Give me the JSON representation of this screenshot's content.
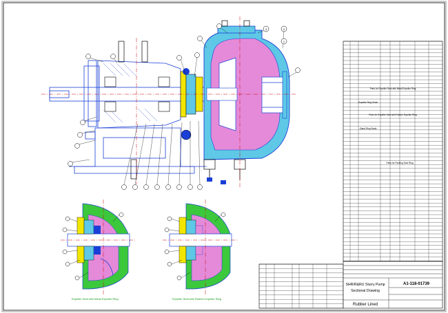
{
  "drawing": {
    "title_line1": "SHR/R&RU Slurry Pump",
    "title_line2": "Sectional Drawing",
    "drawing_no": "A1-118-01739",
    "material_note": "Rubber Lined",
    "caption_left": "Expeller Seal with Metal Expeller Ring",
    "caption_right": "Expeller Seal with Rubber Expeller Ring"
  },
  "balloons": {
    "top_center": "3",
    "top_right_a": "2",
    "top_right_b": "1"
  },
  "bom_sections": [
    "Parts for Expeller Seal with Metal Expeller Ring",
    "Expeller Ring Seals",
    "Parts for Expeller Seal with Rubber Expeller Ring",
    "Gland Ring Seals",
    "Parts for Packing Seal Ring"
  ],
  "colors": {
    "outline": "#1a3fd6",
    "casing": "#5ec8e6",
    "liner": "#e58ad8",
    "seal": "#f2e600",
    "expeller": "#3cc83c",
    "centerline": "#cc0000"
  }
}
